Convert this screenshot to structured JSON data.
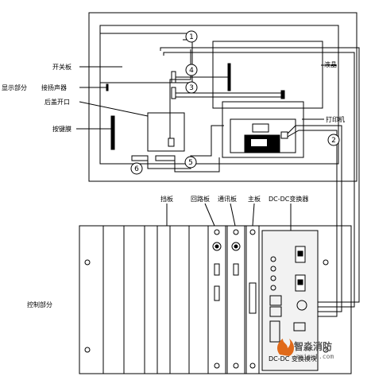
{
  "labels": {
    "switch_board": "开关板",
    "lcd": "液晶",
    "display_part": "显示部分",
    "speaker": "接扬声器",
    "cover_opening": "后盖开口",
    "key_film": "按键膜",
    "printer": "打印机",
    "blank_panel": "挡板",
    "loop_board": "回路板",
    "comm_board": "通讯板",
    "main_board": "主板",
    "dcdc": "DC-DC变换器",
    "control_part": "控制部分",
    "dcdc_bottom": "DC-DC 变换模块"
  },
  "markers": [
    "1",
    "2",
    "3",
    "4",
    "5",
    "6"
  ],
  "watermark": {
    "name": "智淼消防",
    "url": "zmjaxf.com"
  },
  "colors": {
    "line": "#000000",
    "panel_fill": "#f2f2f2",
    "background": "#ffffff"
  }
}
